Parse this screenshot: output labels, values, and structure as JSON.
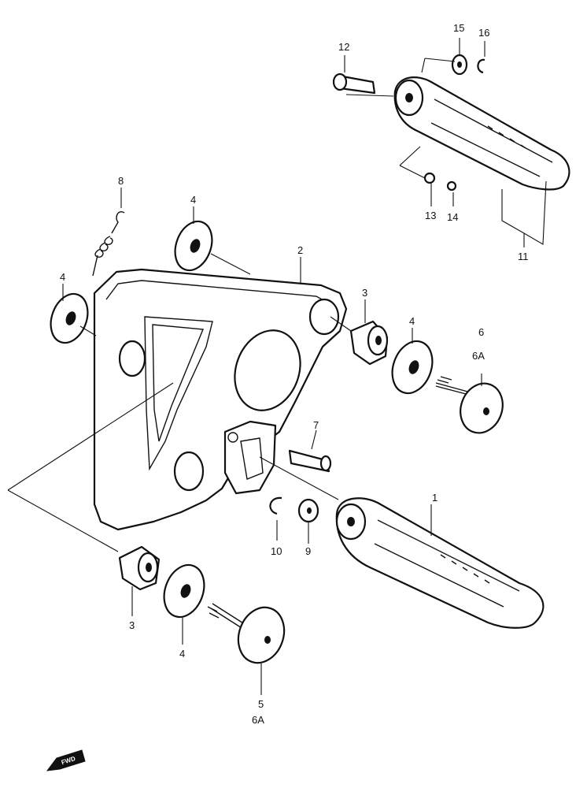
{
  "diagram": {
    "callouts": {
      "c1": "1",
      "c2": "2",
      "c3a": "3",
      "c3b": "3",
      "c4a": "4",
      "c4b": "4",
      "c4c": "4",
      "c4d": "4",
      "c5": "5",
      "c6": "6",
      "c6a_top": "6A",
      "c6a_bottom": "6A",
      "c7": "7",
      "c8": "8",
      "c9": "9",
      "c10": "10",
      "c11": "11",
      "c12": "12",
      "c13": "13",
      "c14": "14",
      "c15": "15",
      "c16": "16"
    },
    "fwd_label": "FWD"
  }
}
